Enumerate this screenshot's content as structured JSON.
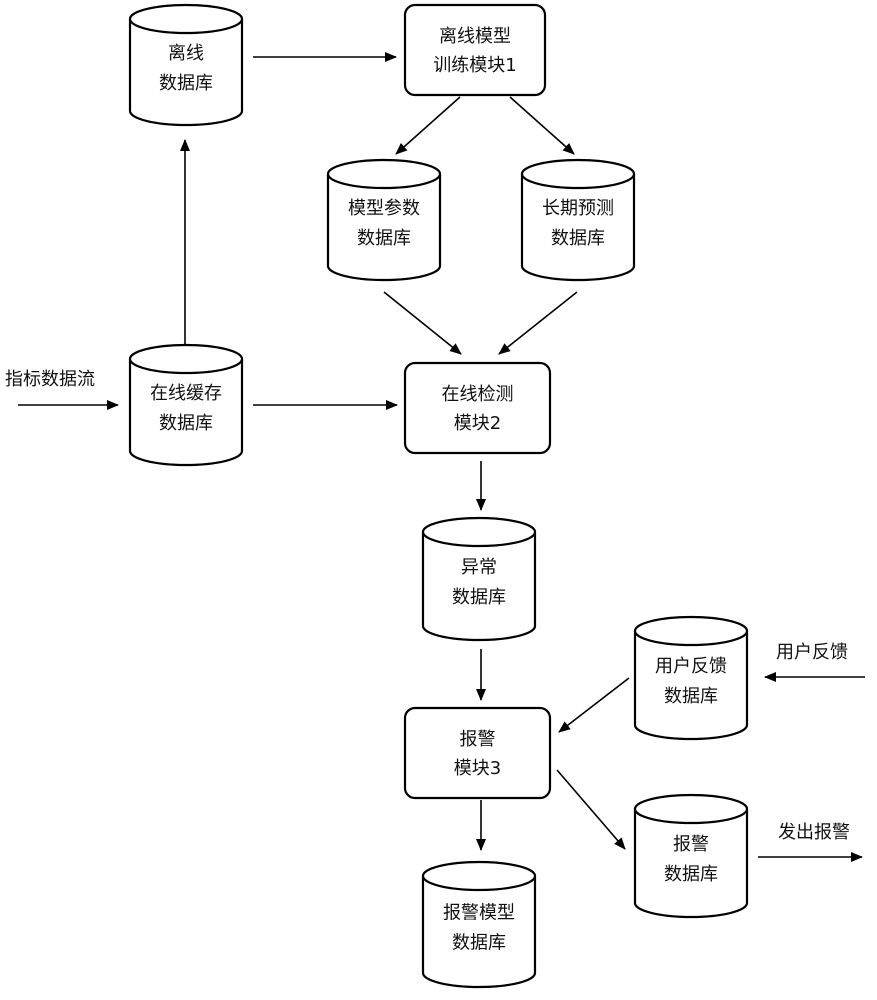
{
  "diagram": {
    "nodes": {
      "offline_db": {
        "type": "database",
        "lines": [
          "离线",
          "数据库"
        ]
      },
      "offline_train": {
        "type": "module",
        "lines": [
          "离线模型",
          "训练模块1"
        ]
      },
      "model_param_db": {
        "type": "database",
        "lines": [
          "模型参数",
          "数据库"
        ]
      },
      "long_pred_db": {
        "type": "database",
        "lines": [
          "长期预测",
          "数据库"
        ]
      },
      "online_cache_db": {
        "type": "database",
        "lines": [
          "在线缓存",
          "数据库"
        ]
      },
      "online_detect": {
        "type": "module",
        "lines": [
          "在线检测",
          "模块2"
        ]
      },
      "anomaly_db": {
        "type": "database",
        "lines": [
          "异常",
          "数据库"
        ]
      },
      "alarm_module": {
        "type": "module",
        "lines": [
          "报警",
          "模块3"
        ]
      },
      "feedback_db": {
        "type": "database",
        "lines": [
          "用户反馈",
          "数据库"
        ]
      },
      "alarm_db": {
        "type": "database",
        "lines": [
          "报警",
          "数据库"
        ]
      },
      "alarm_model_db": {
        "type": "database",
        "lines": [
          "报警模型",
          "数据库"
        ]
      }
    },
    "external_labels": {
      "metric_stream": "指标数据流",
      "user_feedback": "用户反馈",
      "send_alarm": "发出报警"
    },
    "edges": [
      {
        "from": "external:metric_stream",
        "to": "online_cache_db"
      },
      {
        "from": "online_cache_db",
        "to": "offline_db"
      },
      {
        "from": "offline_db",
        "to": "offline_train"
      },
      {
        "from": "offline_train",
        "to": "model_param_db"
      },
      {
        "from": "offline_train",
        "to": "long_pred_db"
      },
      {
        "from": "model_param_db",
        "to": "online_detect"
      },
      {
        "from": "long_pred_db",
        "to": "online_detect"
      },
      {
        "from": "online_cache_db",
        "to": "online_detect"
      },
      {
        "from": "online_detect",
        "to": "anomaly_db"
      },
      {
        "from": "anomaly_db",
        "to": "alarm_module"
      },
      {
        "from": "external:user_feedback",
        "to": "feedback_db"
      },
      {
        "from": "feedback_db",
        "to": "alarm_module"
      },
      {
        "from": "alarm_module",
        "to": "alarm_model_db"
      },
      {
        "from": "alarm_module",
        "to": "alarm_db"
      },
      {
        "from": "alarm_db",
        "to": "external:send_alarm"
      }
    ]
  }
}
